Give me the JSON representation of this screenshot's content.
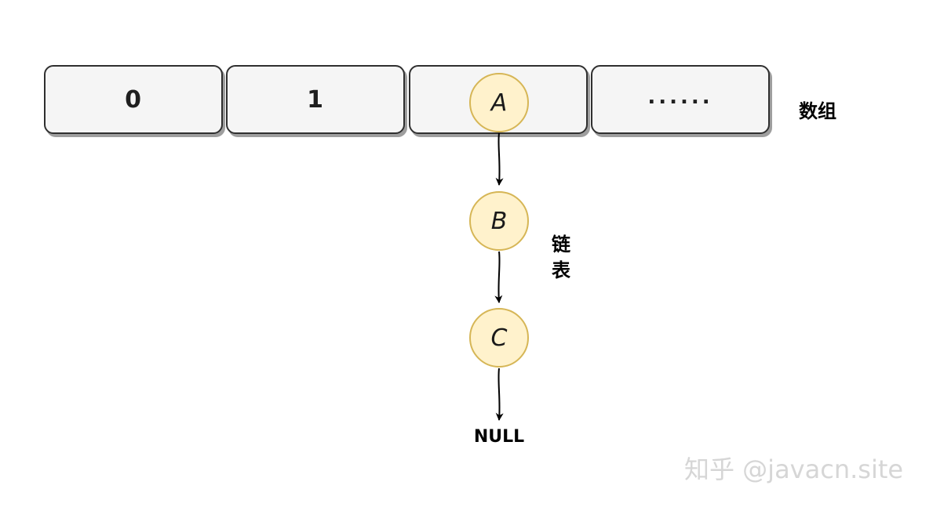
{
  "array": {
    "cells": [
      "0",
      "1",
      "",
      "......"
    ],
    "label": "数组"
  },
  "list": {
    "nodes": [
      "A",
      "B",
      "C"
    ],
    "label": "链表",
    "terminal": "NULL"
  },
  "colors": {
    "cell_fill": "#f5f5f5",
    "cell_border": "#2f2f2f",
    "cell_shadow": "#9e9e9e",
    "node_fill": "#fff2cc",
    "node_border": "#d6b656",
    "arrow": "#000000"
  },
  "watermark": "知乎 @javacn.site"
}
